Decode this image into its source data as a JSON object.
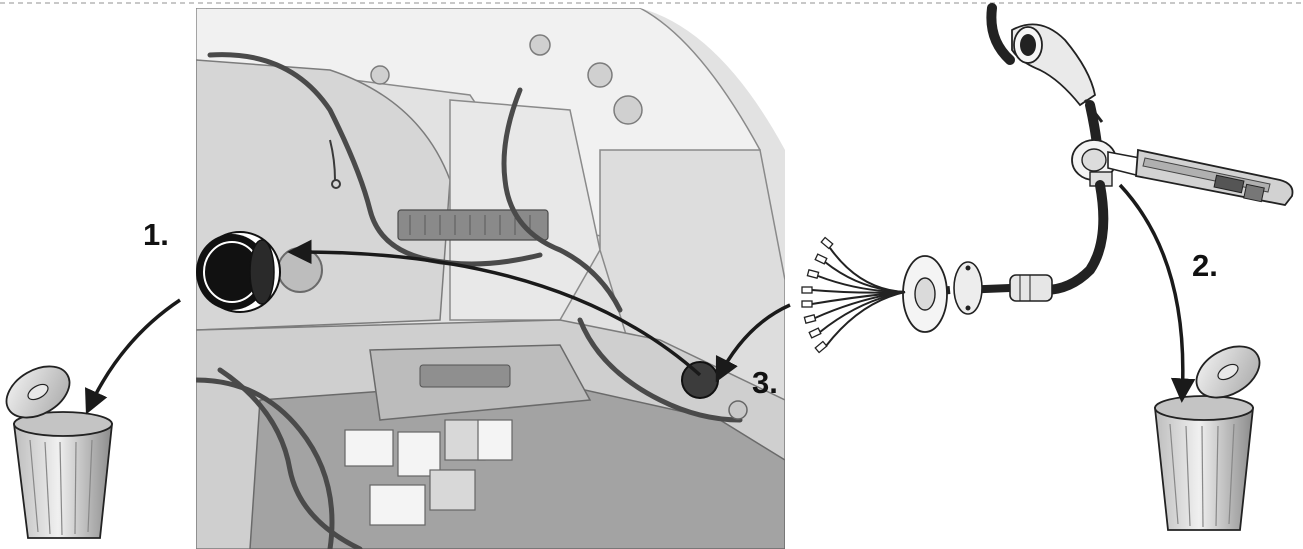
{
  "steps": [
    {
      "label": "1."
    },
    {
      "label": "2."
    },
    {
      "label": "3."
    }
  ],
  "colors": {
    "photo_bg": "#e2e2e2",
    "panel_light": "#efefef",
    "panel_mid": "#c9c9c9",
    "panel_dark": "#9a9a9a",
    "cable": "#222222",
    "arrow": "#1a1a1a",
    "bin_light": "#dcdcdc",
    "bin_dark": "#8c8c8c",
    "outline": "#111111"
  },
  "icons": [
    "rubber-grommet-icon",
    "trash-bin-icon",
    "utility-knife-icon",
    "wire-harness-icon",
    "curved-arrow-icon"
  ]
}
